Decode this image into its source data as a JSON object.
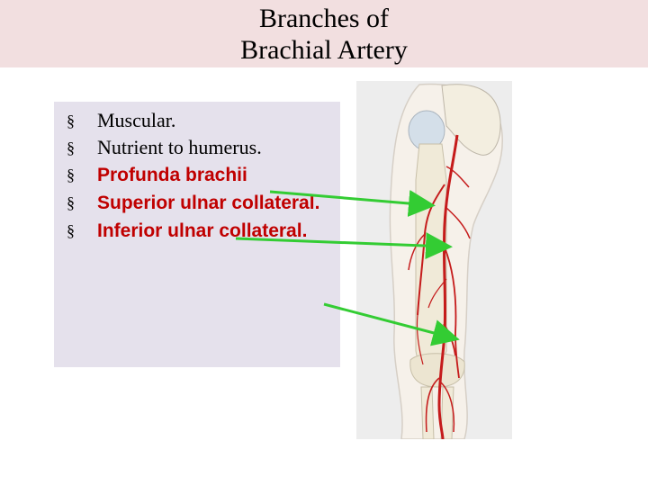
{
  "slide": {
    "title_line1": "Branches of",
    "title_line2": "Brachial Artery",
    "bullet_symbol": "§",
    "bullets": [
      {
        "text": "Muscular.",
        "highlight": false
      },
      {
        "text": "Nutrient to humerus.",
        "highlight": false
      },
      {
        "text": "Profunda brachii",
        "highlight": true
      },
      {
        "text": "Superior ulnar collateral.",
        "highlight": true
      },
      {
        "text": "Inferior ulnar collateral.",
        "highlight": true
      }
    ]
  },
  "figure": {
    "subject": "arm-anatomy-illustration",
    "colors": {
      "background": "#ededed",
      "skin": "#f6f1ea",
      "bone": "#f0ead8",
      "artery": "#c51b1b",
      "arrow": "#33cc33"
    }
  },
  "colors": {
    "title_band": "#f2dfe0",
    "bullet_panel": "#e5e1ec",
    "highlight_text": "#c00000"
  }
}
